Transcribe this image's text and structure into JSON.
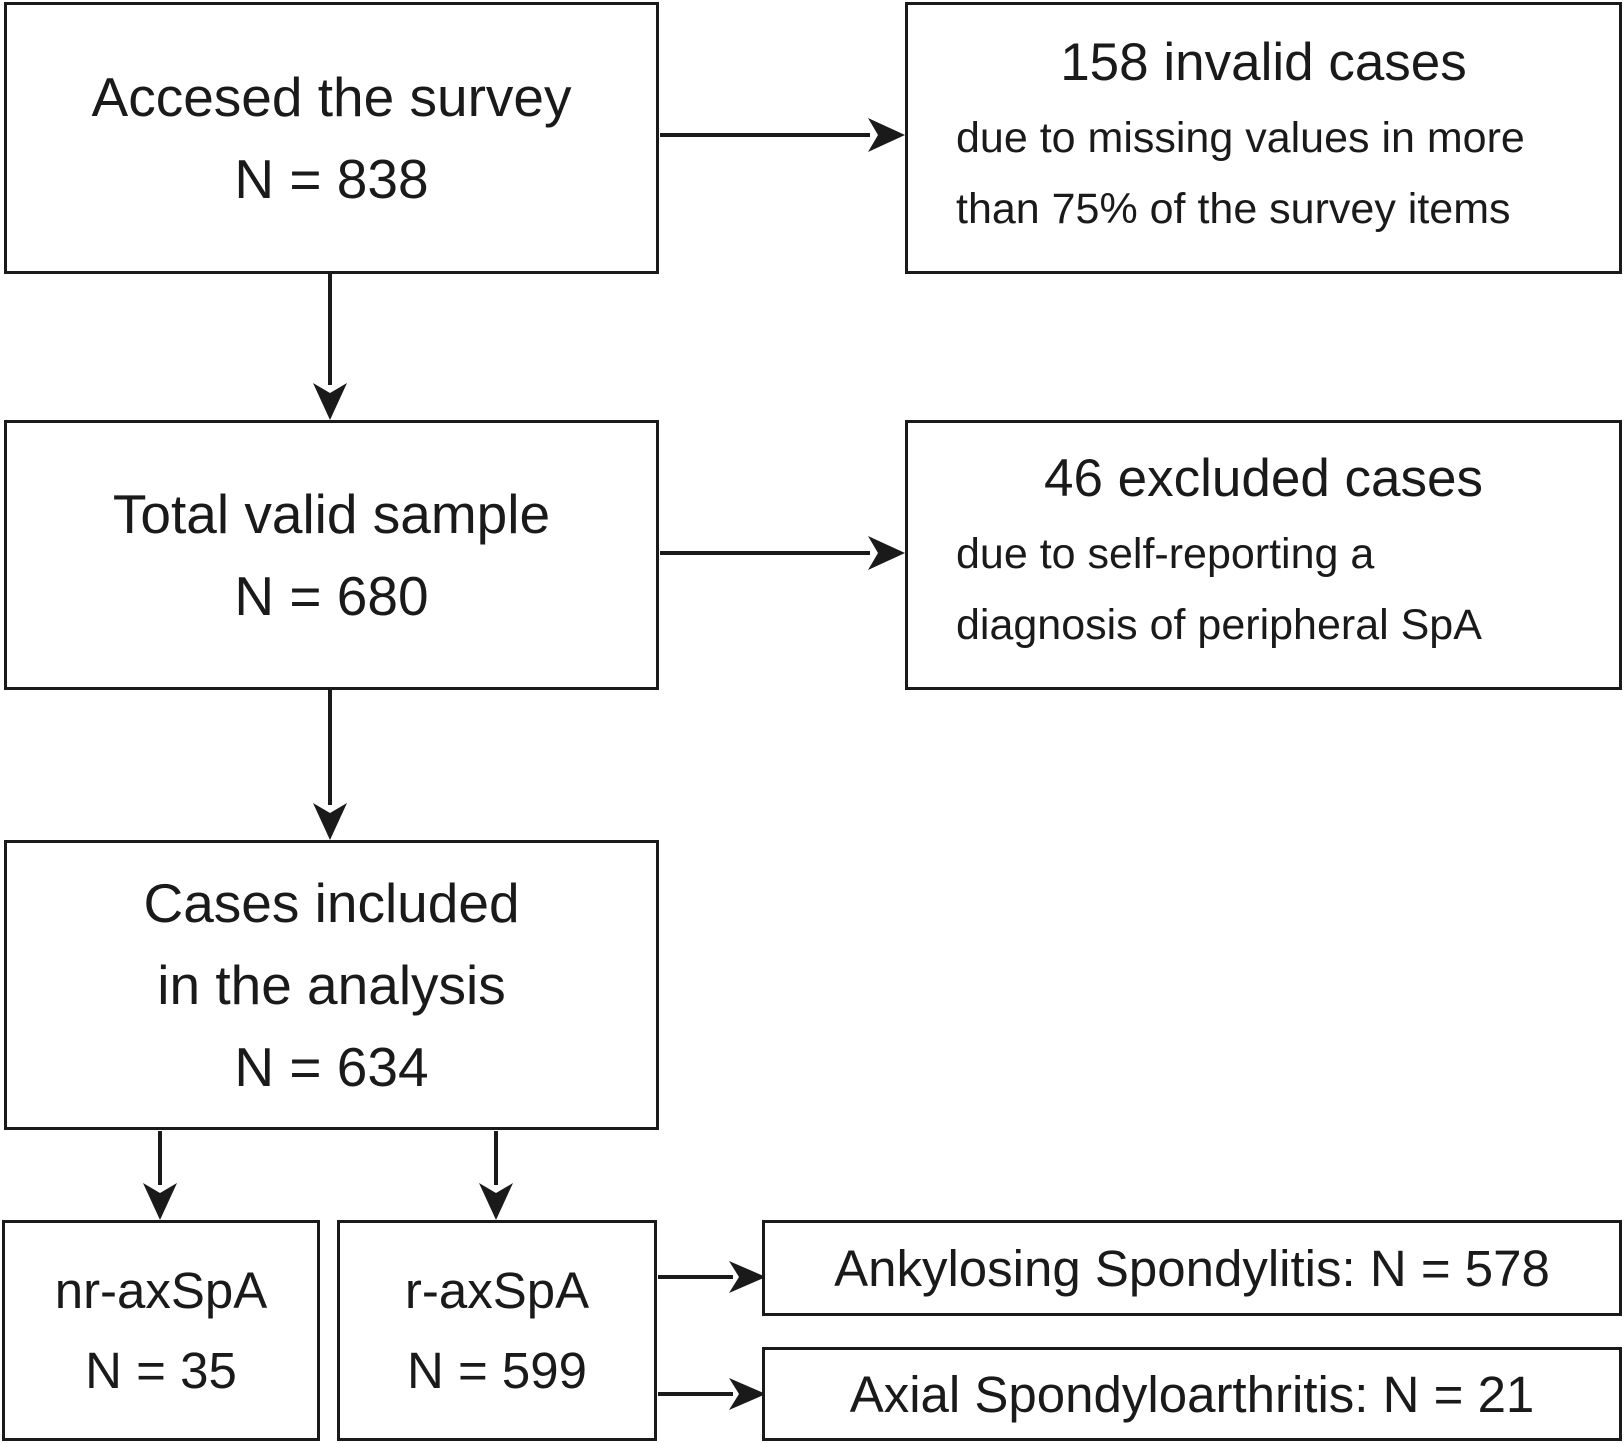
{
  "flow": {
    "accessed": {
      "label": "Accesed the survey",
      "n": "N = 838"
    },
    "invalid": {
      "title": "158 invalid cases",
      "line1": "due to missing values in more",
      "line2": "than 75% of the survey items"
    },
    "valid": {
      "label": "Total valid sample",
      "n": "N = 680"
    },
    "excluded": {
      "title": "46 excluded cases",
      "line1": "due to self-reporting a",
      "line2": "diagnosis of peripheral SpA"
    },
    "included": {
      "line1": "Cases included",
      "line2": "in the analysis",
      "n": "N = 634"
    },
    "nr_axspa": {
      "label": "nr-axSpA",
      "n": "N = 35"
    },
    "r_axspa": {
      "label": "r-axSpA",
      "n": "N = 599"
    },
    "as": {
      "label": "Ankylosing Spondylitis: N = 578"
    },
    "axial": {
      "label": "Axial Spondyloarthritis: N = 21"
    }
  }
}
